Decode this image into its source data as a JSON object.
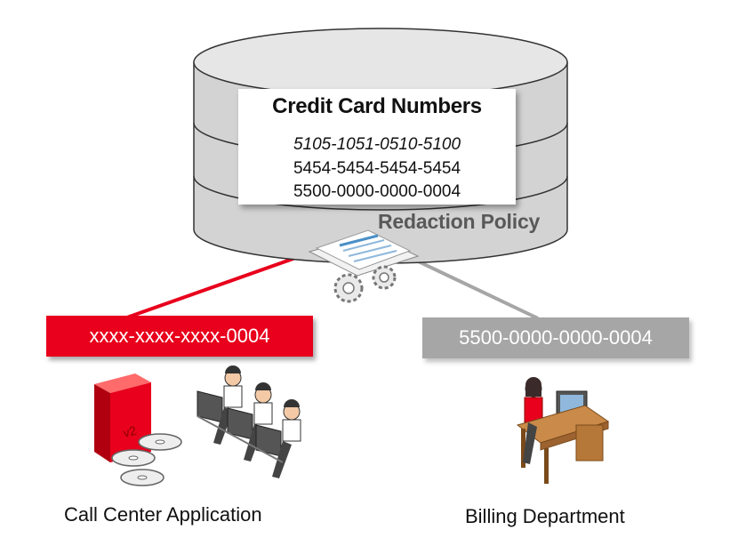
{
  "database": {
    "title": "Credit Card Numbers",
    "numbers": [
      "5105-1051-0510-5100",
      "5454-5454-5454-5454",
      "5500-0000-0000-0004"
    ]
  },
  "policy": {
    "label": "Redaction Policy"
  },
  "call_center": {
    "value": "xxxx-xxxx-xxxx-0004",
    "caption": "Call Center Application"
  },
  "billing": {
    "value": "5500-0000-0000-0004",
    "caption": "Billing Department"
  },
  "colors": {
    "redacted": "#e8001c",
    "unredacted": "#a6a6a6",
    "db_body": "#d3d3d3"
  },
  "icons": [
    "database-icon",
    "document-icon",
    "gears-icon",
    "server-icon",
    "disc-icon",
    "call-agents-icon",
    "office-worker-icon"
  ]
}
